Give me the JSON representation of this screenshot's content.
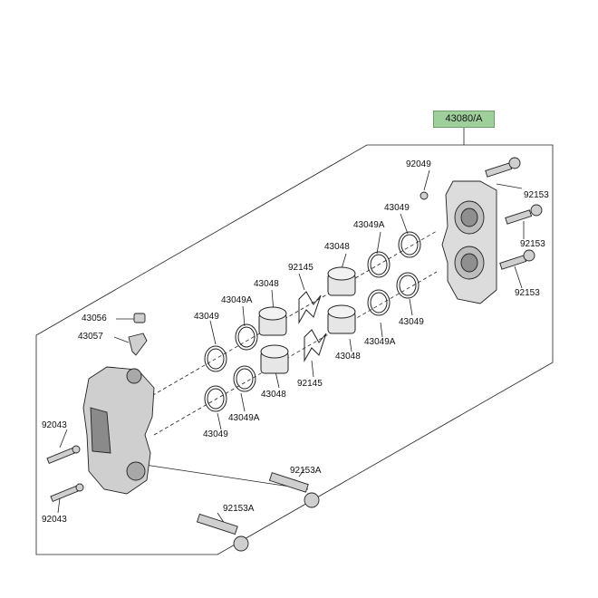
{
  "assembly_label": "43080/A",
  "parts": {
    "p92049": "92049",
    "p43049_tr": "43049",
    "p92153_1": "92153",
    "p43049A_top": "43049A",
    "p92153_2": "92153",
    "p43048_top": "43048",
    "p92145_top": "92145",
    "p92153_3": "92153",
    "p43048_left": "43048",
    "p43049A_left": "43049A",
    "p43056": "43056",
    "p43049_left": "43049",
    "p43049_right": "43049",
    "p43057": "43057",
    "p43049A_right": "43049A",
    "p43048_right": "43048",
    "p92145_bot": "92145",
    "p43048_bot": "43048",
    "p43049A_bot": "43049A",
    "p92043_1": "92043",
    "p43049_bot": "43049",
    "p92153A_1": "92153A",
    "p92153A_2": "92153A",
    "p92043_2": "92043"
  },
  "colors": {
    "assembly_fill": "#9fcf9a",
    "line": "#222222",
    "part_fill": "#d9d9d9"
  }
}
